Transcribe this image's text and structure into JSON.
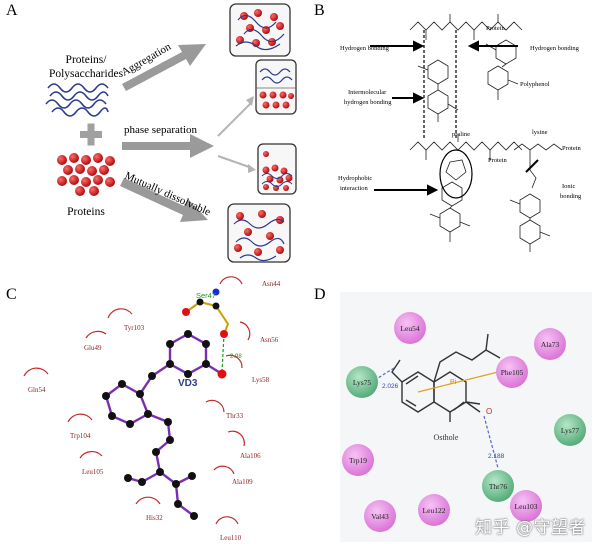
{
  "panel_a": {
    "letter": "A",
    "source1_line1": "Proteins/",
    "source1_line2": "Polysaccharides",
    "source2": "Proteins",
    "arrow_aggregation": "Aggregation",
    "arrow_phase": "phase separation",
    "arrow_dissolve": "Mutually dissolvable"
  },
  "panel_b": {
    "letter": "B",
    "protein_top": "Protein",
    "protein_mid": "Protein",
    "protein_right": "Protein",
    "hbond_left": "Hydrogen bonding",
    "hbond_right": "Hydrogen bonding",
    "polyphenol": "Polyphenol",
    "inter_line1": "Intermolecular",
    "inter_line2": "hydrogen bonding",
    "proline": "praline",
    "lysine": "lysine",
    "hydrophobic_line1": "Hydrophobic",
    "hydrophobic_line2": "interaction",
    "ionic_line1": "Ionic",
    "ionic_line2": "bonding"
  },
  "panel_c": {
    "letter": "C",
    "ligand": "VD3",
    "ser": "Ser47",
    "hbond_distance": "2.98",
    "residues": [
      "Asn44",
      "Tyr103",
      "Asn56",
      "Glu49",
      "Lys58",
      "Gln54",
      "Thr33",
      "Trp104",
      "Ala106",
      "Leu105",
      "Ala109",
      "His32",
      "Leu110"
    ]
  },
  "panel_d": {
    "letter": "D",
    "ligand": "Osthole",
    "pi": "Pi",
    "dist1": "2.026",
    "dist2": "2.188",
    "residues_pink": [
      "Leu54",
      "Ala73",
      "Phe105",
      "Trp19",
      "Val43",
      "Leu122",
      "Leu103"
    ],
    "residues_green": [
      "Lys75",
      "Lys77",
      "Thr76"
    ]
  },
  "watermark": "知乎 @守望者",
  "colors": {
    "arrow": "#9a9a9a",
    "sphere_red": "#d41616",
    "chain_blue": "#2b3a8f",
    "vessel_border": "#333333",
    "ligand_purple": "#7a2fb0",
    "hbond_green": "#1a9b1a",
    "arc_red": "#c22a2a",
    "pink_residue": "#e58fe3",
    "green_residue": "#68c08a"
  }
}
